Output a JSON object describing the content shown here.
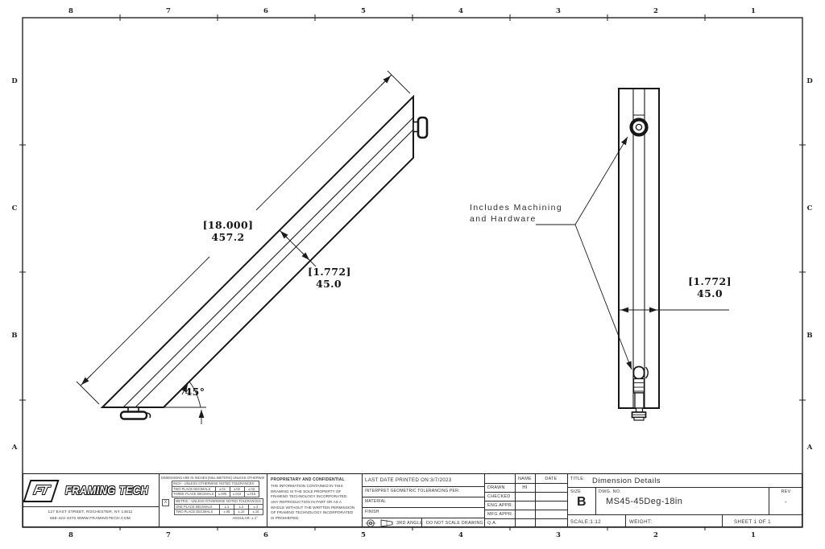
{
  "colors": {
    "ink": "#1a1a1a",
    "paper": "#ffffff"
  },
  "frame": {
    "top_labels": [
      "8",
      "7",
      "6",
      "5",
      "4",
      "3",
      "2",
      "1"
    ],
    "bottom_labels": [
      "8",
      "7",
      "6",
      "5",
      "4",
      "3",
      "2",
      "1"
    ],
    "left_labels": [
      "D",
      "C",
      "B",
      "A"
    ],
    "right_labels": [
      "D",
      "C",
      "B",
      "A"
    ]
  },
  "views": {
    "side": {
      "length_in": "[18.000]",
      "length_mm": "457.2",
      "width_in": "[1.772]",
      "width_mm": "45.0",
      "angle": "45°"
    },
    "front": {
      "width_in": "[1.772]",
      "width_mm": "45.0",
      "note_line1": "Includes Machining",
      "note_line2": "and Hardware"
    }
  },
  "title_block": {
    "logo": {
      "ft": "FT",
      "name": "FRAMING TECH",
      "address1": "127 EAST STREET, ROCHESTER, NY 14611",
      "address2": "585-424-4470   WWW.FRAMINGTECH.COM"
    },
    "tolerances": {
      "note": "DIMENSIONS ARE IN INCHES [MILLIMETERS] UNLESS OTHERWISE NOTED",
      "inch_header": "INCH - UNLESS OTHERWISE NOTED TOLERANCES:",
      "inch_rows": [
        {
          "label": "TWO PLACE DECIMALS",
          "c1": "±.01",
          "c2": "±.02",
          "c3": "±.03"
        },
        {
          "label": "THREE PLACE DECIMALS",
          "c1": "±.005",
          "c2": "±.010",
          "c3": "±.015"
        }
      ],
      "metric_header": "METRIC - UNLESS OTHERWISE NOTED TOLERANCES:",
      "metric_rows": [
        {
          "label": "ONE PLACE DECIMALS",
          "c1": "±.1",
          "c2": "±.2",
          "c3": "±.3"
        },
        {
          "label": "TWO PLACE DECIMALS",
          "c1": "±.05",
          "c2": "±.10",
          "c3": "±.15"
        }
      ],
      "angular": "ANGULAR: ± 1°"
    },
    "proprietary": {
      "heading": "PROPRIETARY AND CONFIDENTIAL",
      "body": "THE INFORMATION CONTAINED IN THIS DRAWING IS THE SOLE PROPERTY OF FRAMING TECHNOLOGY INCORPORATED. ANY REPRODUCTION IN PART OR AS A WHOLE WITHOUT THE WRITTEN PERMISSION OF FRAMING TECHNOLOGY INCORPORATED IS PROHIBITED."
    },
    "print_info": {
      "last_printed": "LAST DATE PRINTED ON:3/7/2023",
      "interpret": "INTERPRET GEOMETRIC TOLERANCING PER:",
      "material": "MATERIAL",
      "finish": "FINISH",
      "third_angle": "3RD ANGLE",
      "do_not_scale": "DO NOT SCALE DRAWING"
    },
    "approvals": {
      "name_header": "NAME",
      "date_header": "DATE",
      "rows": [
        {
          "label": "DRAWN",
          "name": "HI",
          "date": ""
        },
        {
          "label": "CHECKED",
          "name": "",
          "date": ""
        },
        {
          "label": "ENG APPR.",
          "name": "",
          "date": ""
        },
        {
          "label": "MFG APPR.",
          "name": "",
          "date": ""
        },
        {
          "label": "Q.A.",
          "name": "",
          "date": ""
        }
      ]
    },
    "title_label": "TITLE:",
    "title": "Dimension Details",
    "size_label": "SIZE",
    "size": "B",
    "dwg_label": "DWG. NO.",
    "dwg_no": "MS45-45Deg-18in",
    "rev_label": "REV",
    "rev": "-",
    "scale": "SCALE:1:12",
    "weight": "WEIGHT:",
    "sheet": "SHEET 1 OF 1"
  }
}
